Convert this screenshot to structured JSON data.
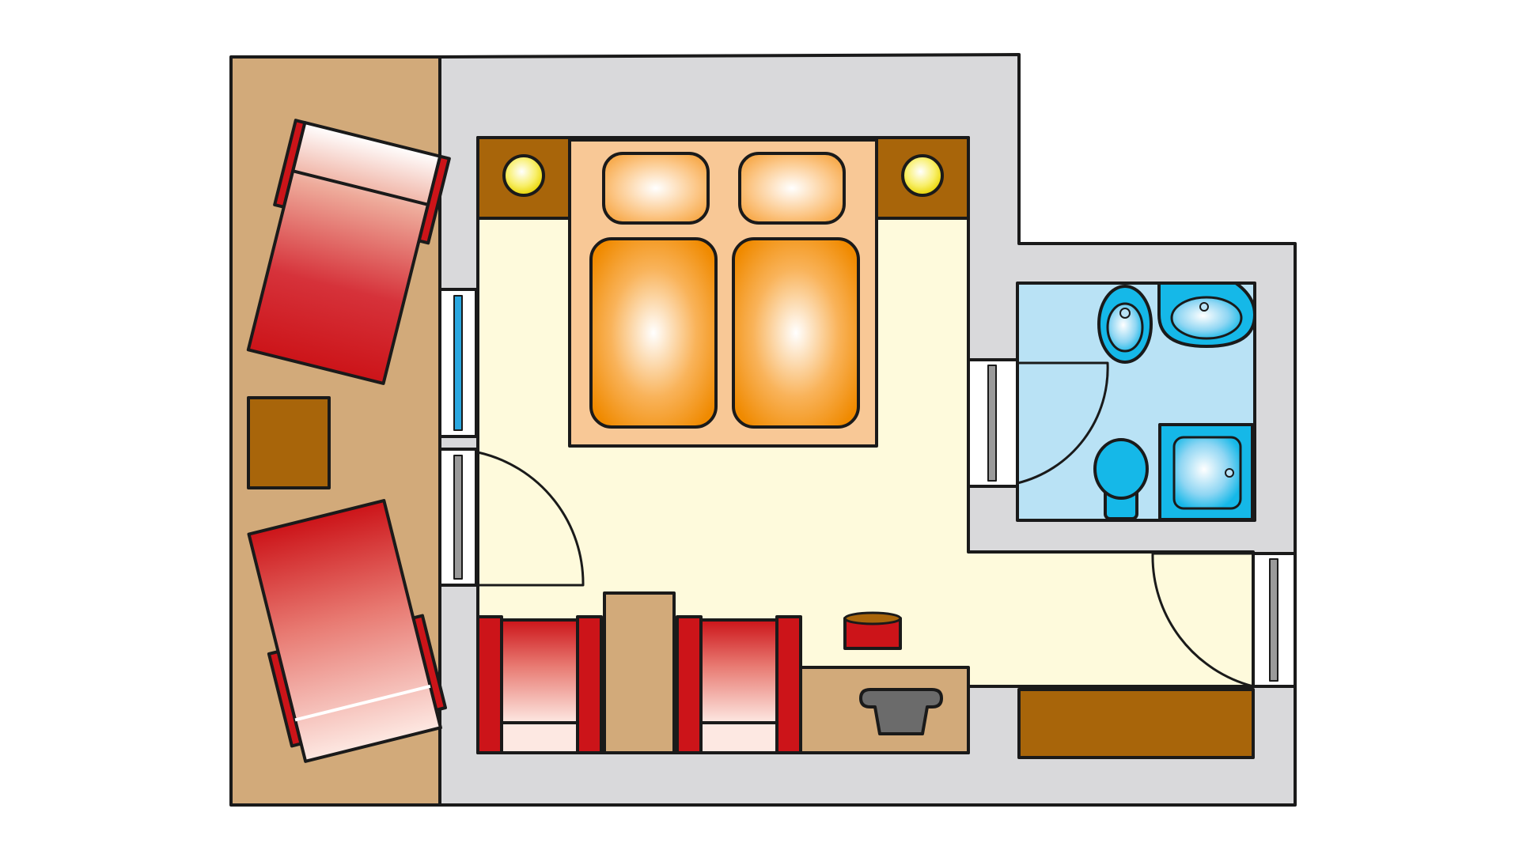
{
  "diagram": {
    "kind": "floor-plan",
    "rooms": [
      "balcony",
      "bedroom",
      "bathroom",
      "entrance-hall"
    ],
    "icons": [
      "sun-lounger-icon",
      "bed-icon",
      "pillow-icon",
      "bedside-lamp-icon",
      "armchair-icon",
      "sink-icon",
      "toilet-icon",
      "bidet-icon",
      "shower-icon",
      "door-icon",
      "window-icon"
    ]
  },
  "colors": {
    "outline": "#1a1a1a",
    "wall": "#d9d9db",
    "balcony_floor": "#d2aa7a",
    "bedroom_floor": "#fefadc",
    "bathroom_floor": "#b9e2f5",
    "dark_wood": "#a8650a",
    "light_wood": "#d2aa7a",
    "bed_frame": "#f8c896",
    "mattress": "#f08a00",
    "red_upholstery": "#cc1419",
    "fixture_blue": "#15b8e8",
    "lamp_yellow": "#f5e60a",
    "glass": "#2aa7e0",
    "basin_grey": "#6b6b6b"
  }
}
